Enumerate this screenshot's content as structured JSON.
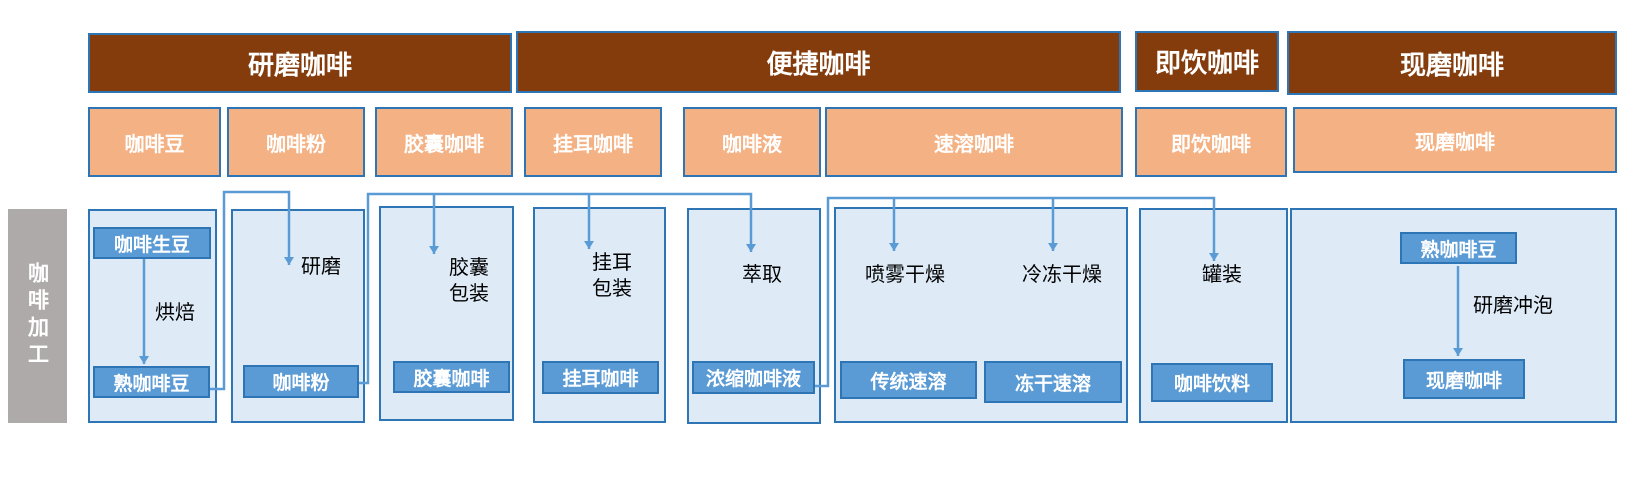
{
  "categories": {
    "ground": "研磨咖啡",
    "convenient": "便捷咖啡",
    "rtd": "即饮咖啡",
    "fresh": "现磨咖啡"
  },
  "subcategories": {
    "beans": "咖啡豆",
    "powder": "咖啡粉",
    "capsule": "胶囊咖啡",
    "dripbag": "挂耳咖啡",
    "liquid": "咖啡液",
    "instant": "速溶咖啡",
    "rtd": "即饮咖啡",
    "fresh": "现磨咖啡"
  },
  "side_label": "咖啡加工",
  "nodes": {
    "green_beans": "咖啡生豆",
    "roasted_beans": "熟咖啡豆",
    "powder": "咖啡粉",
    "capsule": "胶囊咖啡",
    "dripbag": "挂耳咖啡",
    "concentrate": "浓缩咖啡液",
    "traditional_instant": "传统速溶",
    "freeze_dried_instant": "冻干速溶",
    "coffee_drink": "咖啡饮料",
    "fresh_roasted_beans": "熟咖啡豆",
    "fresh_coffee": "现磨咖啡"
  },
  "steps": {
    "roasting": "烘焙",
    "grinding": "研磨",
    "capsule_packing": "胶囊\n包装",
    "dripbag_packing": "挂耳\n包装",
    "extraction": "萃取",
    "spray_drying": "喷雾干燥",
    "freeze_drying": "冷冻干燥",
    "canning": "罐装",
    "grind_brew": "研磨冲泡"
  },
  "colors": {
    "category_fill": "#843c0c",
    "subcategory_fill": "#f4b183",
    "panel_fill": "#deebf7",
    "node_fill": "#5b9bd5",
    "border": "#2e75b6",
    "side_fill": "#aeaaaa"
  }
}
